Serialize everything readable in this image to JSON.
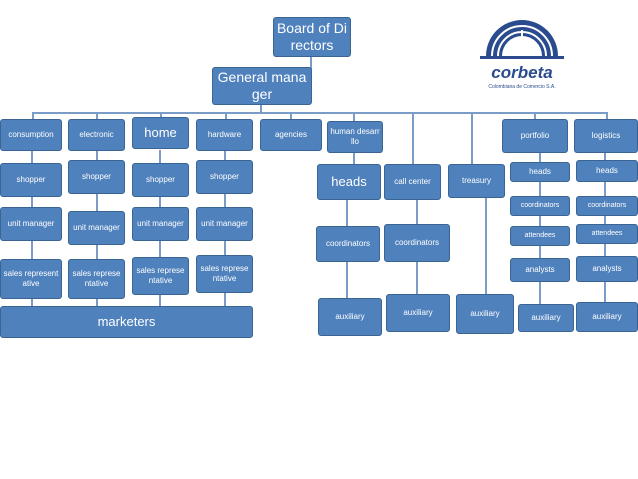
{
  "top": {
    "board": "Board of Directors",
    "general_manager": "General manager",
    "consumption": "consumption",
    "electronic": "electronic",
    "home": "home",
    "hardware": "hardware",
    "agencies": "agencies",
    "human_development": "human desarrllo",
    "portfolio": "portfolio",
    "logistics": "logistics"
  },
  "row_shopper": {
    "c1": "shopper",
    "c2": "shopper",
    "c3": "shopper",
    "c4": "shopper"
  },
  "row_unit_manager": {
    "c1": "unit manager",
    "c2": "unit manager",
    "c3": "unit manager",
    "c4": "unit manager"
  },
  "row_sales": {
    "c1": "sales representative",
    "c2": "sales representative",
    "c3": "sales representative",
    "c4": "sales representative"
  },
  "marketers": "marketers",
  "right": {
    "heads_main": "heads",
    "call_center": "call center",
    "treasury": "treasury",
    "heads_portfolio": "heads",
    "heads_logistics": "heads",
    "coordinators_portfolio": "coordinators",
    "coordinators_logistics": "coordinators",
    "attendees_portfolio": "attendees",
    "attendees_logistics": "attendees",
    "analysts_portfolio": "analysts",
    "analysts_logistics": "analysts",
    "coordinators_heads": "coordinators",
    "coordinators_call": "coordinators",
    "auxiliary_1": "auxiliary",
    "auxiliary_2": "auxiliary",
    "auxiliary_3": "auxiliary",
    "auxiliary_4": "auxiliary",
    "auxiliary_5": "auxiliary"
  },
  "logo": {
    "name": "corbeta",
    "tagline": "Colombiana de Comercio S.A."
  },
  "colors": {
    "box_fill": "#4f81bd",
    "connector": "#7a9cc6",
    "logo_blue": "#2a4c8f"
  }
}
